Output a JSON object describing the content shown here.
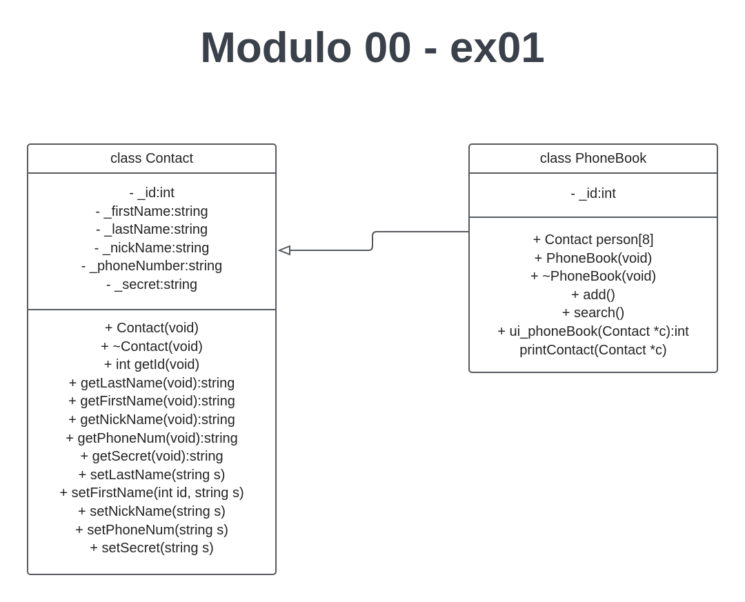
{
  "title": "Modulo 00 - ex01",
  "classes": {
    "contact": {
      "name": "class Contact",
      "attributes": [
        "- _id:int",
        "- _firstName:string",
        "- _lastName:string",
        "- _nickName:string",
        "- _phoneNumber:string",
        "- _secret:string"
      ],
      "operations": [
        "+ Contact(void)",
        "+ ~Contact(void)",
        "+ int getId(void)",
        "+ getLastName(void):string",
        "+ getFirstName(void):string",
        "+ getNickName(void):string",
        "+ getPhoneNum(void):string",
        "+ getSecret(void):string",
        "+ setLastName(string s)",
        "+ setFirstName(int id, string s)",
        "+ setNickName(string s)",
        "+ setPhoneNum(string s)",
        "+ setSecret(string s)"
      ]
    },
    "phonebook": {
      "name": "class PhoneBook",
      "attributes": [
        "- _id:int"
      ],
      "operations": [
        "+ Contact person[8]",
        "+ PhoneBook(void)",
        "+ ~PhoneBook(void)",
        "+ add()",
        "+ search()",
        "+ ui_phoneBook(Contact *c):int",
        "printContact(Contact *c)"
      ]
    }
  },
  "colors": {
    "title": "#3a414a",
    "border": "#55585d",
    "text": "#232323",
    "connector": "#55585d"
  }
}
